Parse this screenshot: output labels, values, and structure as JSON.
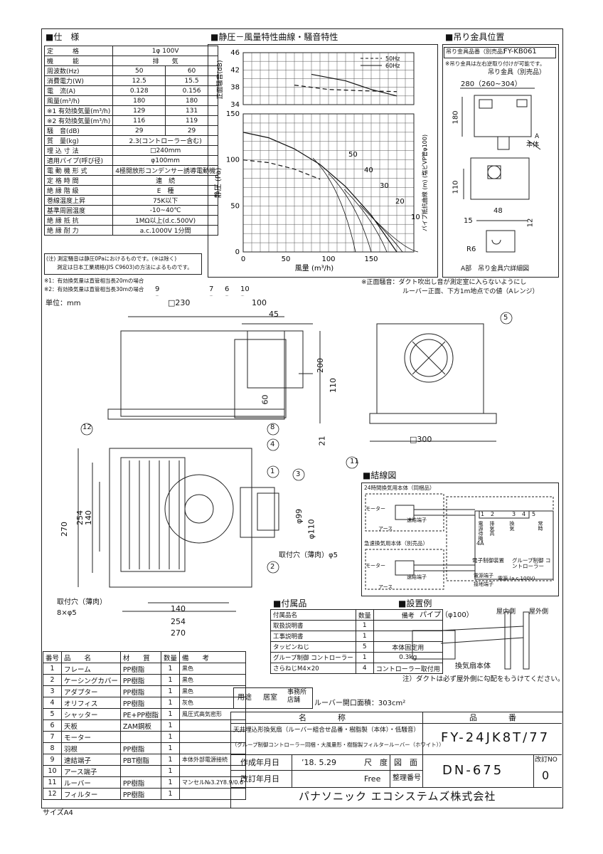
{
  "sections": {
    "spec": "■仕　様",
    "chart": "■静圧－風量特性曲線・騒音特性",
    "hanger": "■吊り金具位置",
    "wiring": "■結線図",
    "accessories": "■付属品",
    "install": "■設置例"
  },
  "spec": {
    "rows": [
      {
        "label": "定　　　格",
        "v1": "1φ 100V",
        "v2": ""
      },
      {
        "label": "機　　　能",
        "v1": "排　　気",
        "v2": ""
      },
      {
        "label": "周波数(Hz)",
        "v1": "50",
        "v2": "60"
      },
      {
        "label": "消費電力(W)",
        "v1": "12.5",
        "v2": "15.5"
      },
      {
        "label": "電　流(A)",
        "v1": "0.128",
        "v2": "0.156"
      },
      {
        "label": "風量(m³/h)",
        "v1": "180",
        "v2": "180"
      },
      {
        "label": "※1 有効換気量(m³/h)",
        "v1": "129",
        "v2": "131"
      },
      {
        "label": "※2 有効換気量(m³/h)",
        "v1": "116",
        "v2": "119"
      },
      {
        "label": "騒　音(dB)",
        "v1": "29",
        "v2": "29"
      },
      {
        "label": "質　量(kg)",
        "v1": "2.3(コントローラー含む)",
        "v2": ""
      },
      {
        "label": "埋 込 寸 法",
        "v1": "□240mm",
        "v2": ""
      },
      {
        "label": "適用パイプ(呼び径)",
        "v1": "φ100mm",
        "v2": ""
      },
      {
        "label": "電 動 機 形 式",
        "v1": "4極開放形コンデンサー誘導電動機",
        "v2": ""
      },
      {
        "label": "定 格 時 間",
        "v1": "連　続",
        "v2": ""
      },
      {
        "label": "絶 縁 階 級",
        "v1": "E　種",
        "v2": ""
      },
      {
        "label": "巻線温度上昇",
        "v1": "75K以下",
        "v2": ""
      },
      {
        "label": "基準周囲温度",
        "v1": "-10~40℃",
        "v2": ""
      },
      {
        "label": "絶 縁 抵 抗",
        "v1": "1MΩ以上(d.c.500V)",
        "v2": ""
      },
      {
        "label": "絶 縁 耐 力",
        "v1": "a.c.1000V 1分間",
        "v2": ""
      }
    ],
    "note1": "(注) 測定騒音は静圧0Paにおけるものです。(※は除く)",
    "note2": "測定は日本工業規格(JIS C9603)の方法によるものです。",
    "foot1": "※1：有効換気量は直管相当長20mの場合",
    "foot2": "※2：有効換気量は直管相当長30mの場合"
  },
  "chart_data": {
    "type": "line",
    "noise": {
      "ylabel": "正面騒音(dB)",
      "yticks": [
        "46",
        "42",
        "38",
        "34"
      ],
      "ylim": [
        34,
        46
      ],
      "series": [
        {
          "name": "50Hz",
          "style": "dashed",
          "x": [
            60,
            100,
            140,
            180
          ],
          "y": [
            38.5,
            37.5,
            37.2,
            37.0
          ]
        },
        {
          "name": "60Hz",
          "style": "solid",
          "x": [
            80,
            120,
            150,
            180
          ],
          "y": [
            41.0,
            39.5,
            37.5,
            36.0
          ]
        }
      ]
    },
    "pq": {
      "xlabel": "風量 (m³/h)",
      "ylabel": "静圧 (Pa)",
      "ylabel_right": "パイプ抵抗曲線 (m) (塩ビVP管φ100)",
      "xticks": [
        "0",
        "50",
        "100",
        "150"
      ],
      "yticks": [
        "150",
        "100",
        "50",
        "0"
      ],
      "xlim": [
        0,
        200
      ],
      "ylim": [
        0,
        150
      ],
      "series": [
        {
          "name": "60Hz",
          "style": "solid",
          "x": [
            0,
            30,
            60,
            90,
            120,
            150,
            180
          ],
          "y": [
            130,
            124,
            112,
            95,
            71,
            40,
            0
          ]
        },
        {
          "name": "50Hz",
          "style": "dashed",
          "x": [
            0,
            30,
            60,
            90
          ],
          "y": [
            100,
            97,
            90,
            79
          ]
        }
      ],
      "pipe_labels": [
        "50",
        "40",
        "30",
        "20",
        "10"
      ]
    },
    "footnote1": "※正面騒音：ダクト吹出し音が測定室に入らないようにし",
    "footnote2": "ルーバー正面、下方1m地点での値（Aレンジ）"
  },
  "hanger": {
    "header_label": "吊り金具品番（別売品）",
    "header_value": "FY-KB061",
    "note": "※吊り金具は左右逆取り付けが可能です。",
    "bracket": "吊り金具（別売品）",
    "dim": "280（260~304）",
    "d180": "180",
    "d110": "110",
    "d48": "48",
    "d15": "15",
    "d12": "12",
    "r6": "R6",
    "body": "本体",
    "a": "A",
    "detail": "A部　吊り金具穴詳細図"
  },
  "drawing": {
    "unit": "単位：mm",
    "dims": {
      "d230": "□230",
      "d100": "100",
      "d45": "45",
      "d60": "60",
      "d200": "200",
      "d110": "110",
      "d21": "21",
      "d300": "□300",
      "d270": "270",
      "d254": "254",
      "d140": "140",
      "d99": "φ99",
      "d110b": "φ110"
    },
    "hole1": "取付穴（薄肉）φ5",
    "hole2": "取付穴（薄肉）",
    "hole3": "8×φ5",
    "balloons": [
      "1",
      "2",
      "3",
      "4",
      "5",
      "6",
      "7",
      "8",
      "9",
      "10",
      "11",
      "12"
    ]
  },
  "wiring": {
    "box1": "24時間換気用本体（同梱品）",
    "box2": "急速換気用本体（別売品）",
    "motor": "モーター",
    "terminal": "速結端子",
    "earth": "アース",
    "labels": [
      "電源待機",
      "排気高",
      "換気",
      "常時"
    ],
    "nums": [
      "1",
      "2",
      "3",
      "4",
      "5"
    ],
    "four_a": "4A",
    "ctrl": "電子制御装置",
    "group": "グループ制御 コントローラー",
    "power": "電源 (a.c.100V)",
    "earth_terminal": "接地端子",
    "power_terminal": "電源端子"
  },
  "accessories": {
    "headers": [
      "付属品名",
      "数量",
      "備考"
    ],
    "rows": [
      [
        "取扱説明書",
        "1",
        ""
      ],
      [
        "工事説明書",
        "1",
        ""
      ],
      [
        "タッピンねじ",
        "5",
        "本体固定用"
      ],
      [
        "グループ制御 コントローラー",
        "1",
        "0.3kg"
      ],
      [
        "さらねじM4×20",
        "4",
        "コントローラー取付用"
      ]
    ]
  },
  "install": {
    "pipe": "パイプ（φ100）",
    "indoor": "屋内側",
    "outdoor": "屋外側",
    "fan": "換気扇本体",
    "note": "注）ダクトは必ず屋外側に勾配をもうけてください。"
  },
  "parts": {
    "headers": [
      "番号",
      "品　　名",
      "材　　質",
      "数量",
      "備　　考"
    ],
    "rows": [
      [
        "1",
        "フレーム",
        "PP樹脂",
        "1",
        "黒色"
      ],
      [
        "2",
        "ケーシングカバー",
        "PP樹脂",
        "1",
        "黒色"
      ],
      [
        "3",
        "アダプター",
        "PP樹脂",
        "1",
        "黒色"
      ],
      [
        "4",
        "オリフィス",
        "PP樹脂",
        "1",
        "灰色"
      ],
      [
        "5",
        "シャッター",
        "PE+PP樹脂",
        "1",
        "風圧式高気密形"
      ],
      [
        "6",
        "天板",
        "ZAM鋼板",
        "1",
        ""
      ],
      [
        "7",
        "モーター",
        "",
        "1",
        ""
      ],
      [
        "8",
        "羽根",
        "PP樹脂",
        "1",
        ""
      ],
      [
        "9",
        "速結端子",
        "PBT樹脂",
        "1",
        "本体外部電源接続"
      ],
      [
        "10",
        "アース端子",
        "",
        "1",
        ""
      ],
      [
        "11",
        "ルーバー",
        "PP樹脂",
        "1",
        "マンセル№3.2Y8.9/0.6"
      ],
      [
        "12",
        "フィルター",
        "PP樹脂",
        "1",
        ""
      ]
    ]
  },
  "usage": {
    "label": "用途",
    "v1": "居室",
    "v2": "事務所 店舗",
    "opening": "ルーバー開口面積：303cm²"
  },
  "titleblock": {
    "name_h": "名　　　　称",
    "no_h": "品　　　　番",
    "name1": "天井埋込形換気扇（ルーバー組合せ品番・樹脂製（本体）・低騒音）",
    "name2": "（グループ制御コントローラー同梱・大風量形・樹脂製フィルタールーバー（ホワイト））",
    "product": "FY-24JK8T/77",
    "created_label": "作成年月日",
    "created": "’18. 5.29",
    "revised_label": "改訂年月日",
    "scale_label": "尺　度",
    "scale": "Free",
    "fig_label": "図　面",
    "ref_label": "整理番号",
    "drawing_no": "DN-675",
    "rev_label": "改訂NO",
    "rev": "0",
    "company": "パナソニック エコシステムズ株式会社"
  },
  "size": "サイズA4"
}
